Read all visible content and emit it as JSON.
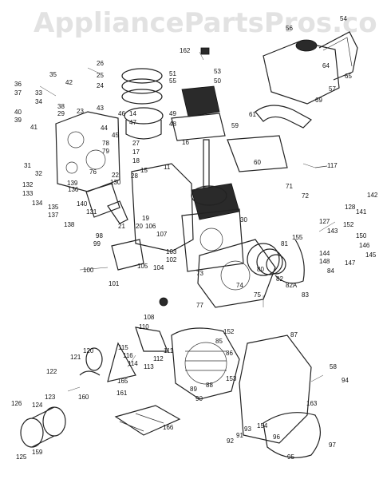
{
  "watermark": "AppliancePartsPros.com",
  "labels": [
    "54",
    "56",
    "26",
    "25",
    "24",
    "35",
    "42",
    "36",
    "37",
    "33",
    "34",
    "38",
    "29",
    "40",
    "39",
    "41",
    "162",
    "51",
    "53",
    "55",
    "50",
    "49",
    "48",
    "46",
    "23",
    "43",
    "44",
    "45",
    "14",
    "47",
    "27",
    "16",
    "17",
    "18",
    "15",
    "28",
    "31",
    "32",
    "76",
    "78",
    "79",
    "130",
    "132",
    "133",
    "134",
    "135",
    "137",
    "136",
    "140",
    "131",
    "138",
    "139",
    "59",
    "60",
    "61",
    "64",
    "69",
    "65",
    "57",
    "117",
    "71",
    "72",
    "106",
    "107",
    "21",
    "20",
    "19",
    "22",
    "11",
    "105",
    "104",
    "103",
    "102",
    "98",
    "99",
    "100",
    "101",
    "127",
    "128",
    "141",
    "142",
    "143",
    "150",
    "152",
    "144",
    "148",
    "146",
    "147",
    "145",
    "155",
    "81",
    "80",
    "82",
    "82A",
    "84",
    "83",
    "74",
    "73",
    "75",
    "77",
    "30",
    "108",
    "110",
    "111",
    "112",
    "113",
    "115",
    "116",
    "114",
    "120",
    "121",
    "122",
    "165",
    "161",
    "160",
    "123",
    "124",
    "126",
    "125",
    "159",
    "166",
    "152",
    "85",
    "86",
    "87",
    "88",
    "89",
    "90",
    "91",
    "92",
    "93",
    "94",
    "95",
    "96",
    "97",
    "58",
    "153",
    "154",
    "163"
  ]
}
